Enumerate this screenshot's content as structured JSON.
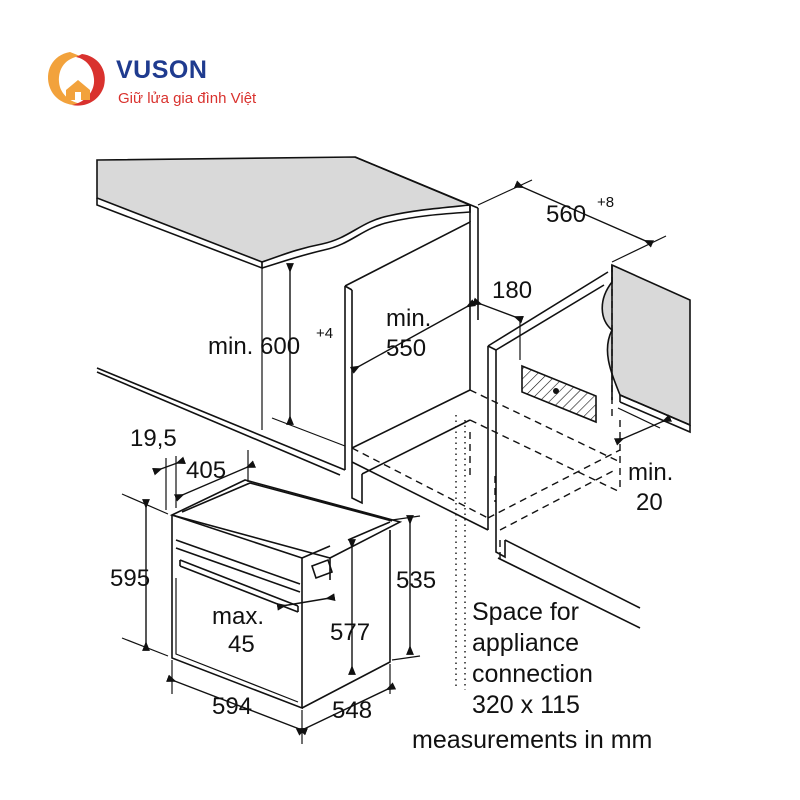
{
  "logo": {
    "brand": "VUSON",
    "tagline": "Giữ lửa gia đình Việt",
    "colors": {
      "orange": "#f2a23c",
      "red": "#d9322e",
      "navy": "#1f3b8f"
    }
  },
  "dimensions": {
    "w560": {
      "base": "560",
      "sup": "+8"
    },
    "min600": {
      "base": "min. 600",
      "sup": "+4"
    },
    "min550": {
      "line1": "min.",
      "line2": "550"
    },
    "d180": "180",
    "min20": {
      "line1": "min.",
      "line2": "20"
    },
    "d19_5": "19,5",
    "d405": "405",
    "d595": "595",
    "d535": "535",
    "d577": "577",
    "max45": {
      "line1": "max.",
      "line2": "45"
    },
    "d594": "594",
    "d548": "548"
  },
  "notes": {
    "space_line1": "Space for",
    "space_line2": "appliance",
    "space_line3": "connection",
    "space_line4": "320 x 115",
    "units": "measurements in mm"
  }
}
